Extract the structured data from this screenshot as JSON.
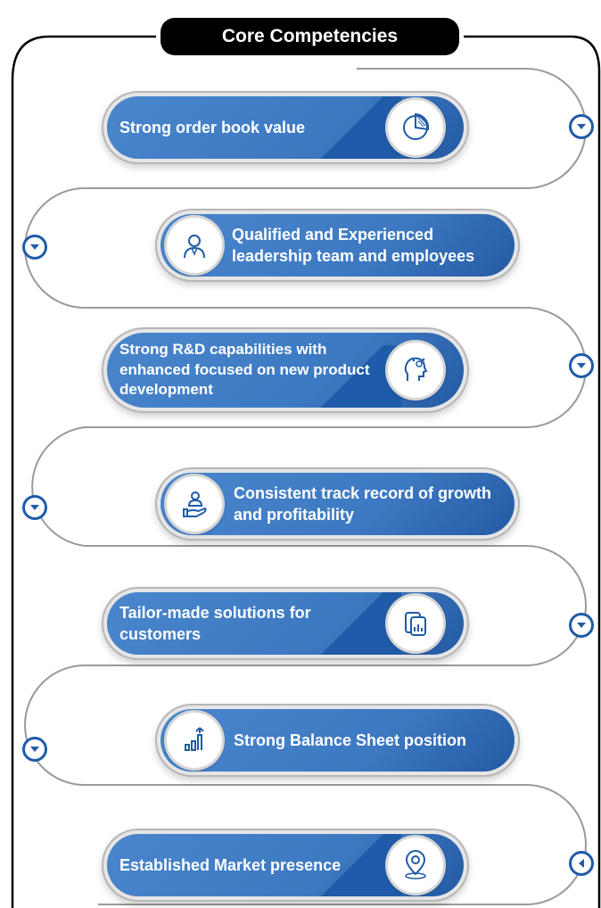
{
  "title": "Core Competencies",
  "colors": {
    "card_blue": "#3d79c2",
    "card_dark": "#1f5ba8",
    "connector": "#999999",
    "frame": "#000000"
  },
  "items": [
    {
      "label": "Strong order book value",
      "icon": "pie-chart-icon"
    },
    {
      "label": "Qualified and Experienced leadership team and employees",
      "icon": "person-icon"
    },
    {
      "label": "Strong R&D capabilities with enhanced focused on new product development",
      "icon": "research-head-icon"
    },
    {
      "label": "Consistent track record of growth and profitability",
      "icon": "hand-user-icon"
    },
    {
      "label": "Tailor-made solutions for customers",
      "icon": "document-chart-icon"
    },
    {
      "label": "Strong Balance Sheet position",
      "icon": "growth-chart-icon"
    },
    {
      "label": "Established Market presence",
      "icon": "location-pin-icon"
    }
  ]
}
